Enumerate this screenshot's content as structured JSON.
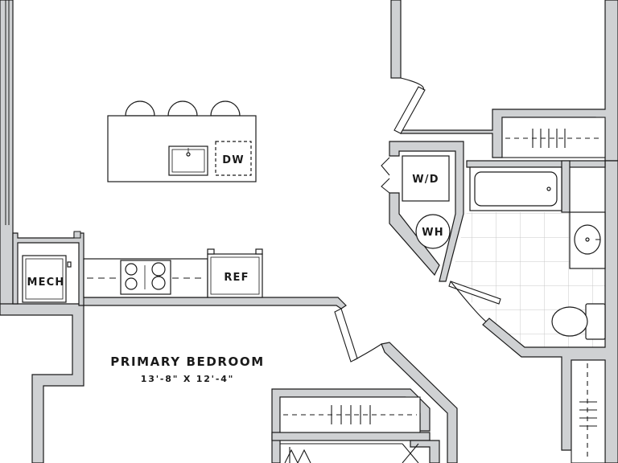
{
  "rooms": {
    "primary_bedroom": {
      "name": "PRIMARY BEDROOM",
      "dimensions": "13'-8\" X 12'-4\""
    }
  },
  "fixtures": {
    "dishwasher": "DW",
    "washer_dryer": "W/D",
    "water_heater": "WH",
    "mechanical": "MECH",
    "refrigerator": "REF"
  },
  "colors": {
    "wall_fill": "#cfd1d3",
    "line": "#1a1a1a",
    "tile_grid": "#c8c8c8"
  }
}
